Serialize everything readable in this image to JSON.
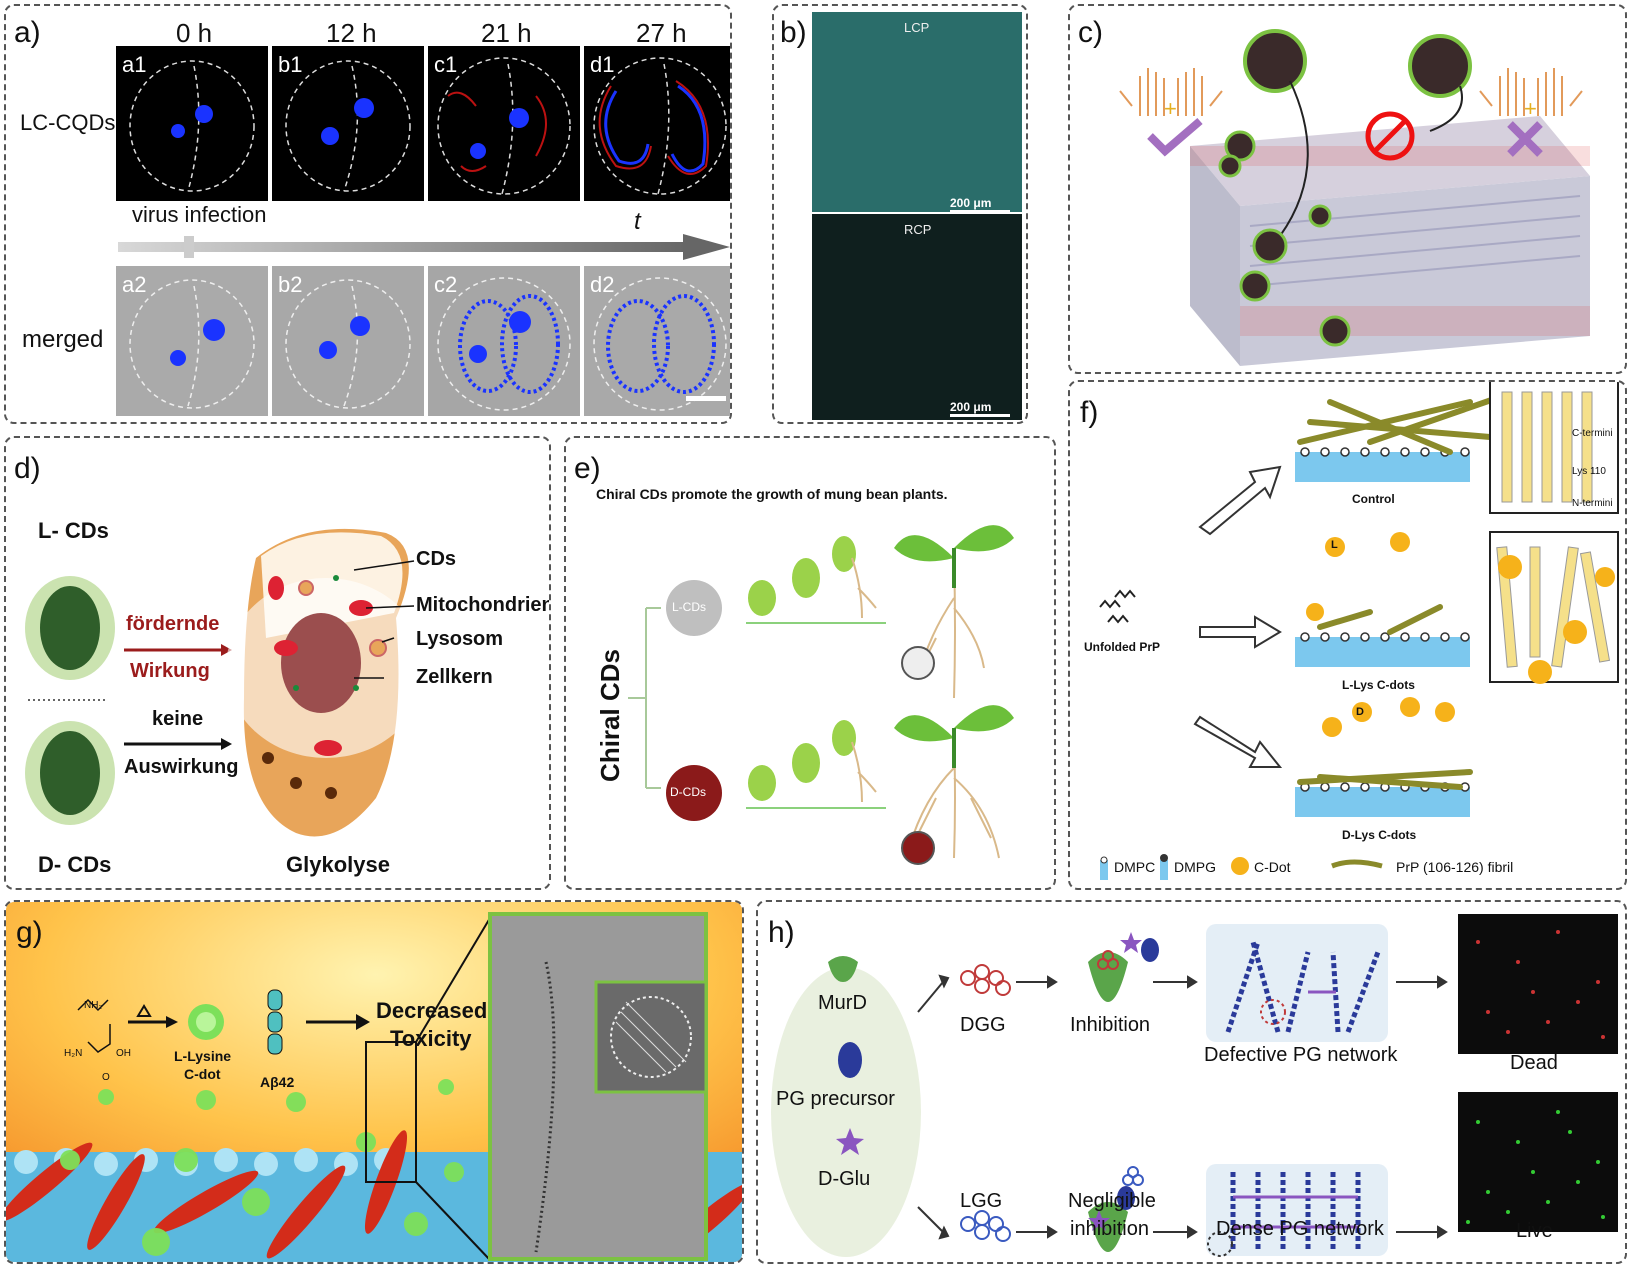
{
  "panels": {
    "a": {
      "label": "a)",
      "times": [
        "0 h",
        "12 h",
        "21 h",
        "27 h"
      ],
      "row1_label": "LC-CQDs",
      "row2_label": "merged",
      "tiles_row1": [
        "a1",
        "b1",
        "c1",
        "d1"
      ],
      "tiles_row2": [
        "a2",
        "b2",
        "c2",
        "d2"
      ],
      "arrow_text": "virus infection",
      "arrow_t": "t"
    },
    "b": {
      "label": "b)",
      "top_title": "LCP",
      "bottom_title": "RCP",
      "scale_top": "200 μm",
      "scale_bottom": "200 μm"
    },
    "c": {
      "label": "c)"
    },
    "d": {
      "label": "d)",
      "l_cds": "L- CDs",
      "d_cds": "D- CDs",
      "arrow1_top": "fördernde",
      "arrow1_bottom": "Wirkung",
      "arrow2_top": "keine",
      "arrow2_bottom": "Auswirkung",
      "organelles": [
        "CDs",
        "Mitochondrien",
        "Lysosom",
        "Zellkern"
      ],
      "caption": "Glykolyse"
    },
    "e": {
      "label": "e)",
      "title": "Chiral CDs promote the growth of mung bean plants.",
      "side_label": "Chiral CDs",
      "l_cds": "L-CDs",
      "d_cds": "D-CDs"
    },
    "f": {
      "label": "f)",
      "unfolded": "Unfolded PrP",
      "control": "Control",
      "l_lys": "L-Lys C-dots",
      "d_lys": "D-Lys C-dots",
      "c_termini": "C-termini",
      "lys110": "Lys 110",
      "n_termini": "N-termini",
      "dot_l": "L",
      "dot_d": "D",
      "legend": [
        "DMPC",
        "DMPG",
        "C-Dot",
        "PrP (106-126) fibril"
      ]
    },
    "g": {
      "label": "g)",
      "l_lysine": "L-Lysine",
      "c_dot": "C-dot",
      "abeta": "Aβ42",
      "decreased": "Decreased",
      "toxicity": "Toxicity",
      "nh2": "NH₂",
      "h2n": "H₂N",
      "oh": "OH",
      "o": "O"
    },
    "h": {
      "label": "h)",
      "murd": "MurD",
      "pg_precursor": "PG precursor",
      "d_glu": "D-Glu",
      "dgg": "DGG",
      "lgg": "LGG",
      "inhibition": "Inhibition",
      "negligible1": "Negligible",
      "negligible2": "inhibition",
      "defective": "Defective PG network",
      "dense": "Dense PG network",
      "dead": "Dead",
      "live": "Live"
    }
  },
  "colors": {
    "cqd_blue": "#1a33ff",
    "red_arrow": "#9b1c1c",
    "leaf_green": "#7cc242",
    "teal": "#2a6d6a",
    "dot_yellow": "#f6b21a",
    "fibril": "#8a8a2a"
  }
}
